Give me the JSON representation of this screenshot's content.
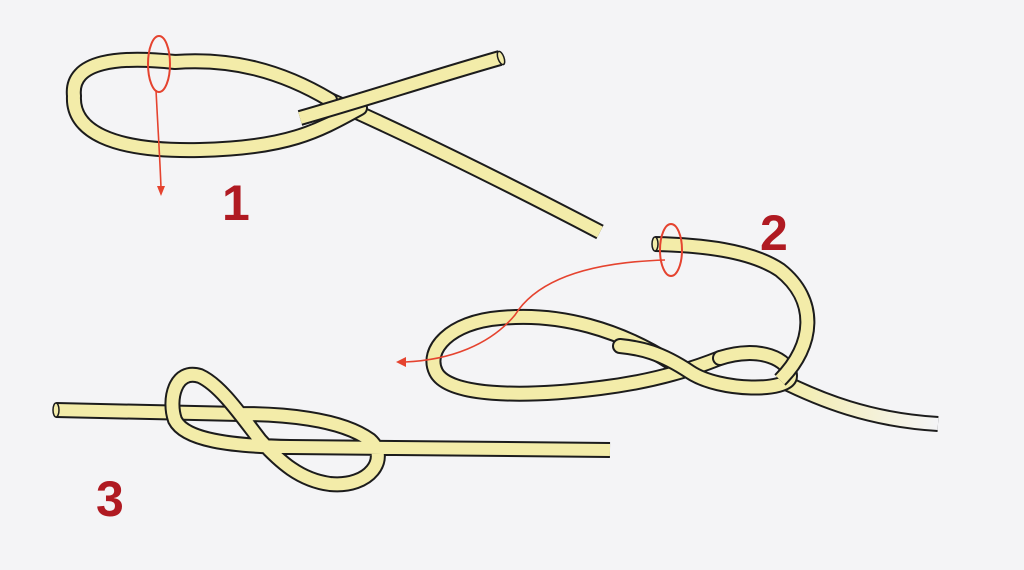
{
  "steps": [
    {
      "number": "1"
    },
    {
      "number": "2"
    },
    {
      "number": "3"
    }
  ],
  "colors": {
    "background": "#f4f4f6",
    "rope_fill": "#f3eca9",
    "rope_outline": "#1c1c1c",
    "guide": "#e5432f",
    "step_number": "#b01a22"
  },
  "icons": [
    "rope-loop",
    "threading-arrow",
    "pass-through-ring"
  ]
}
